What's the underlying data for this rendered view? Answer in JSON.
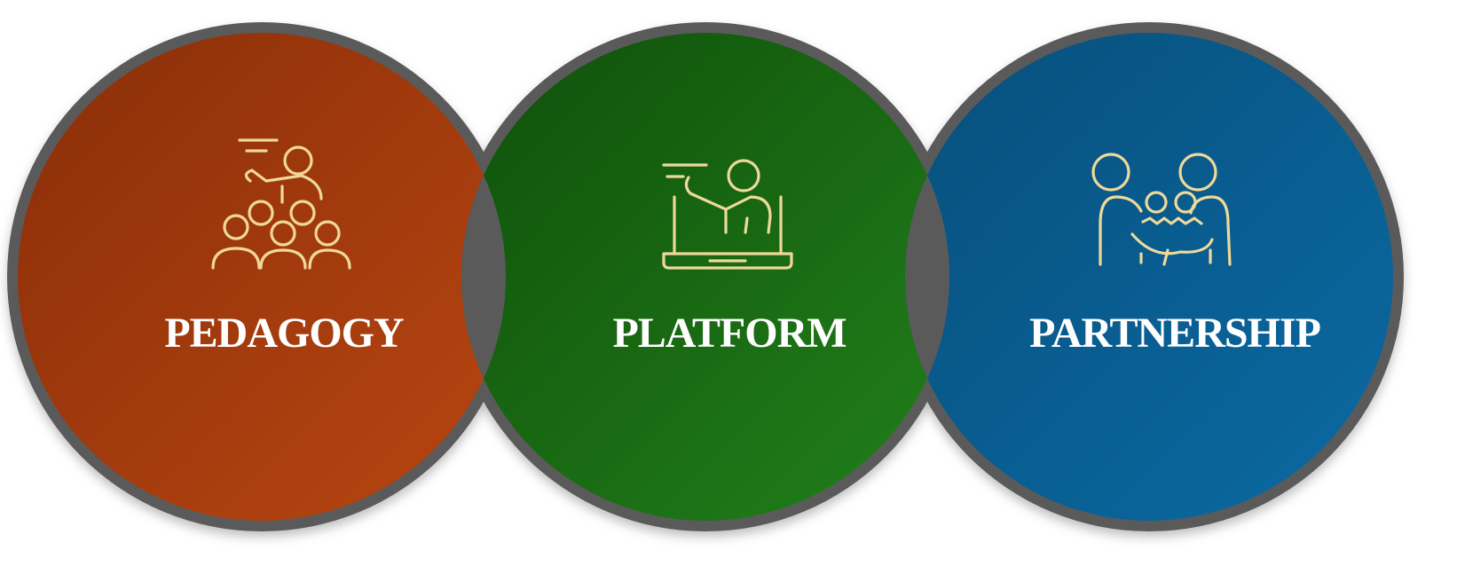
{
  "pillars": [
    {
      "label": "PEDAGOGY",
      "icon": "classroom-teacher-icon",
      "color_start": "#8a2e08",
      "color_end": "#b84612"
    },
    {
      "label": "PLATFORM",
      "icon": "online-teaching-laptop-icon",
      "color_start": "#0f500b",
      "color_end": "#22801a"
    },
    {
      "label": "PARTNERSHIP",
      "icon": "family-partnership-icon",
      "color_start": "#084f7c",
      "color_end": "#0a6aa3"
    }
  ],
  "colors": {
    "ring": "#5a5a5a",
    "icon_stroke": "#efd99a",
    "label_text": "#ffffff"
  }
}
